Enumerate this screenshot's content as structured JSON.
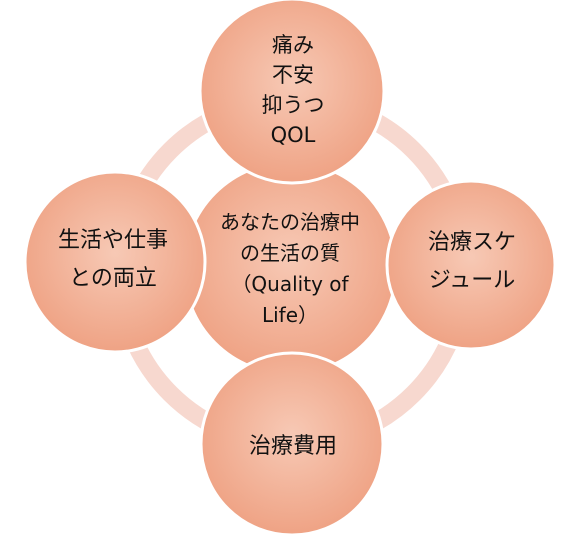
{
  "colors": {
    "ring": "#f7d8cf",
    "circle_fill": "#f0a98a",
    "circle_fill_light": "#f6c2ad",
    "circle_stroke": "#ffffff",
    "text": "#111111"
  },
  "diagram": {
    "center": {
      "lines": [
        "あなたの治療中",
        "の生活の質",
        "（Quality of",
        "Life）"
      ]
    },
    "top": {
      "lines": [
        "痛み",
        "不安",
        "抑うつ",
        "QOL"
      ]
    },
    "left": {
      "lines": [
        "生活や仕事",
        "との両立"
      ]
    },
    "right": {
      "lines": [
        "治療スケ",
        "ジュール"
      ]
    },
    "bottom": {
      "lines": [
        "治療費用"
      ]
    }
  }
}
